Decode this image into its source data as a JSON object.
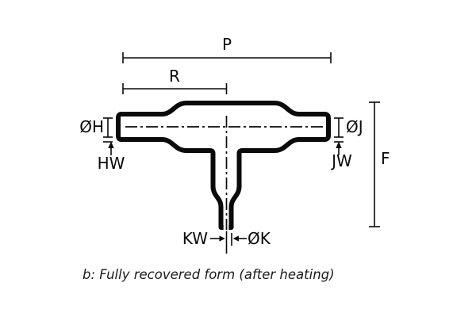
{
  "diagram": {
    "title_hidden": "",
    "labels": {
      "p": "P",
      "r": "R",
      "oh": "ØH",
      "hw": "HW",
      "oj": "ØJ",
      "jw": "JW",
      "f": "F",
      "kw": "KW",
      "ok": "ØK"
    },
    "caption": "b: Fully recovered form (after heating)",
    "colors": {
      "ink": "#0a0a0a",
      "background": "#ffffff"
    }
  }
}
